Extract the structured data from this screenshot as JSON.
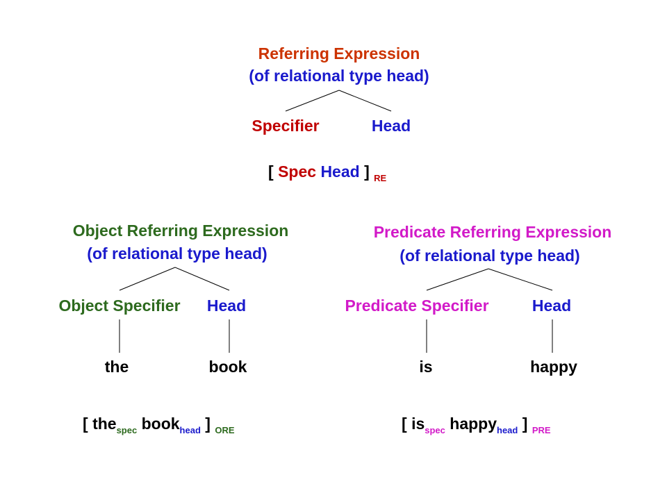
{
  "top": {
    "title": "Referring Expression",
    "subtitle": "(of relational type head)",
    "specifier": "Specifier",
    "head": "Head",
    "bracket": {
      "open": "[",
      "spec": "Spec",
      "head": "Head",
      "close": "]",
      "tag": "RE"
    }
  },
  "left": {
    "title": "Object Referring Expression",
    "subtitle": "(of relational type head)",
    "specifier": "Object Specifier",
    "head": "Head",
    "word1": "the",
    "word2": "book",
    "bracket": {
      "open": "[",
      "w1": "the",
      "w1_sub": "spec",
      "w2": "book",
      "w2_sub": "head",
      "close": "]",
      "tag": "ORE"
    }
  },
  "right": {
    "title": "Predicate Referring Expression",
    "subtitle": "(of relational type head)",
    "specifier": "Predicate Specifier",
    "head": "Head",
    "word1": "is",
    "word2": "happy",
    "bracket": {
      "open": "[",
      "w1": "is",
      "w1_sub": "spec",
      "w2": "happy",
      "w2_sub": "head",
      "close": "]",
      "tag": "PRE"
    }
  },
  "colors": {
    "orange": "#cc3300",
    "red": "#c00000",
    "blue": "#1a1acc",
    "green": "#2d6a1e",
    "magenta": "#d21ac8"
  }
}
